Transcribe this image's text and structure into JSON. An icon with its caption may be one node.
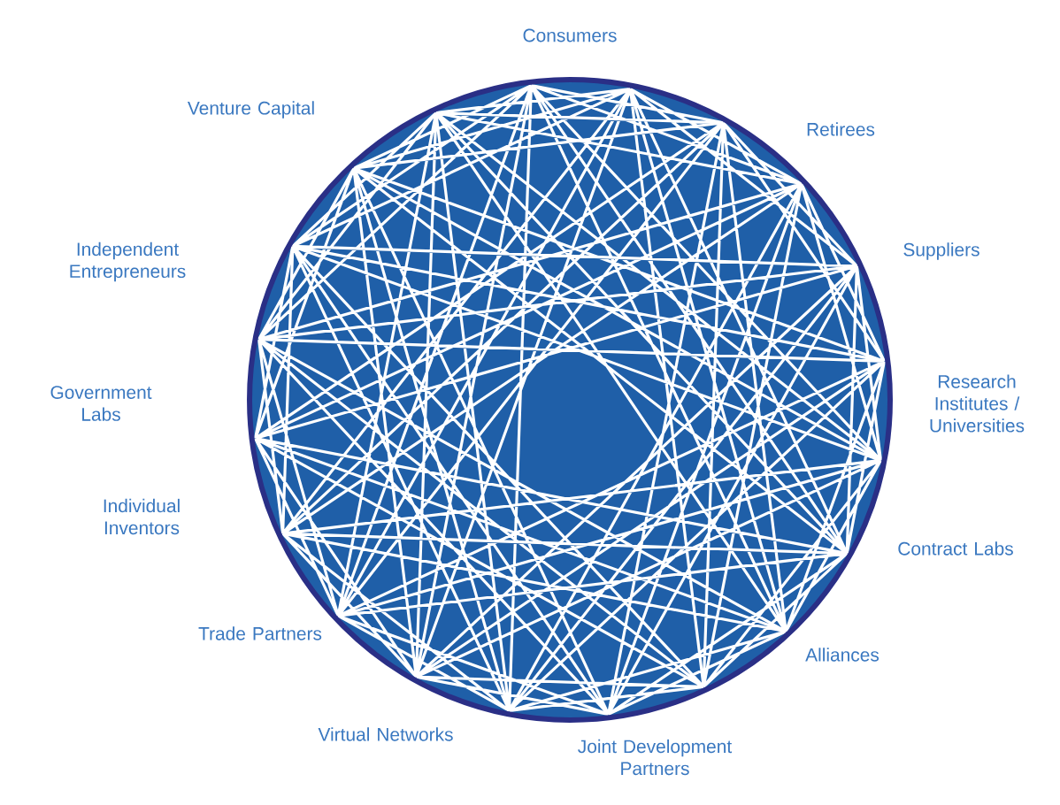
{
  "diagram": {
    "labels": [
      "Consumers",
      "Venture Capital",
      "Retirees",
      "Independent Entrepreneurs",
      "Suppliers",
      "Government Labs",
      "Research Institutes / Universities",
      "Individual Inventors",
      "Contract Labs",
      "Trade Partners",
      "Alliances",
      "Virtual Networks",
      "Joint Development Partners"
    ]
  }
}
